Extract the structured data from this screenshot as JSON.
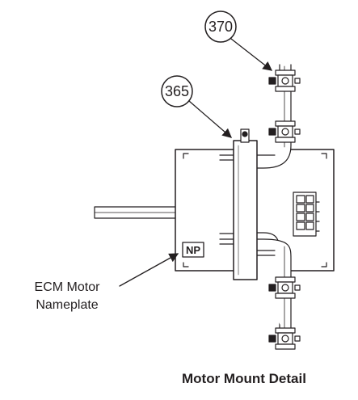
{
  "callouts": {
    "bracket": "370",
    "band": "365"
  },
  "nameplate": {
    "tag": "NP",
    "label_line1": "ECM Motor",
    "label_line2": "Nameplate"
  },
  "caption": "Motor Mount Detail"
}
